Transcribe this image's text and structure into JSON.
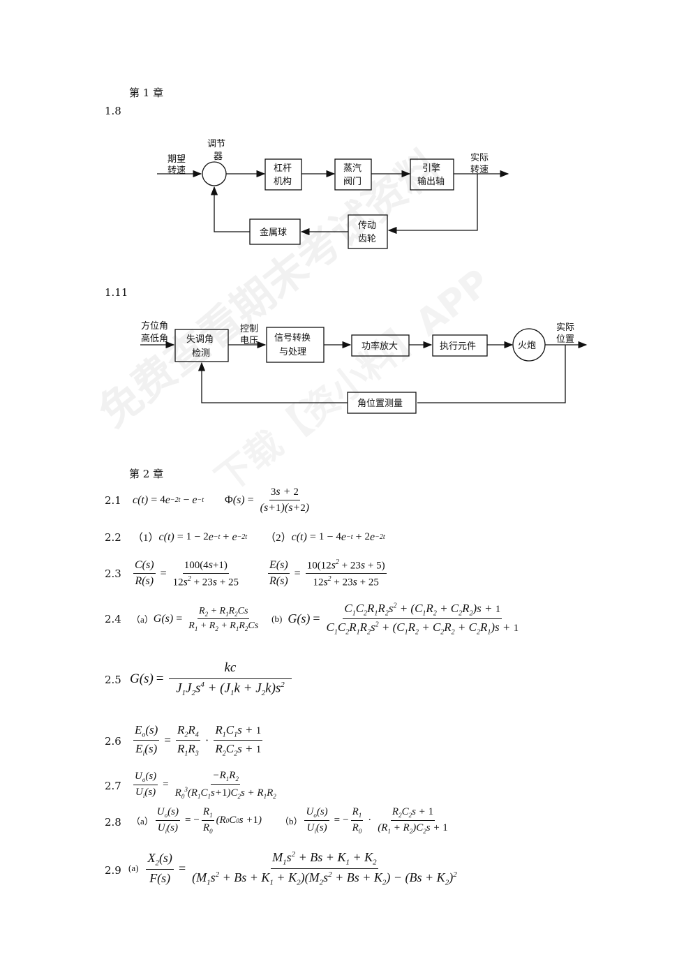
{
  "chapter1": {
    "title": "第 1 章",
    "p18": {
      "label": "1.8",
      "input": [
        "期望",
        "转速"
      ],
      "regulator": [
        "调节",
        "器"
      ],
      "blocks": [
        [
          "杠杆",
          "机构"
        ],
        [
          "蒸汽",
          "阀门"
        ],
        [
          "引擎",
          "输出轴"
        ]
      ],
      "output": [
        "实际",
        "转速"
      ],
      "feedback": [
        "金属球",
        [
          "传动",
          "齿轮"
        ]
      ]
    },
    "p111": {
      "label": "1.11",
      "input": [
        "方位角",
        "高低角"
      ],
      "detect": [
        "失调角",
        "检测"
      ],
      "control": [
        "控制",
        "电压"
      ],
      "signal": [
        "信号转换",
        "与处理"
      ],
      "power": "功率放大",
      "actuator": "执行元件",
      "gun": "火炮",
      "output": [
        "实际",
        "位置"
      ],
      "measure": "角位置测量"
    }
  },
  "chapter2": {
    "title": "第 2 章",
    "items": [
      "2.1",
      "2.2",
      "2.3",
      "2.4",
      "2.5",
      "2.6",
      "2.7",
      "2.8",
      "2.9"
    ],
    "p22": {
      "opt1": "（1）",
      "opt2": "（2）"
    },
    "p24": {
      "a": "（a）",
      "b": "(b)"
    },
    "p28": {
      "a": "（a）",
      "b": "（b）"
    },
    "p29": {
      "a": "(a)"
    }
  },
  "watermark": [
    "免费查看期末考试资料",
    "下载【资小料】APP"
  ]
}
